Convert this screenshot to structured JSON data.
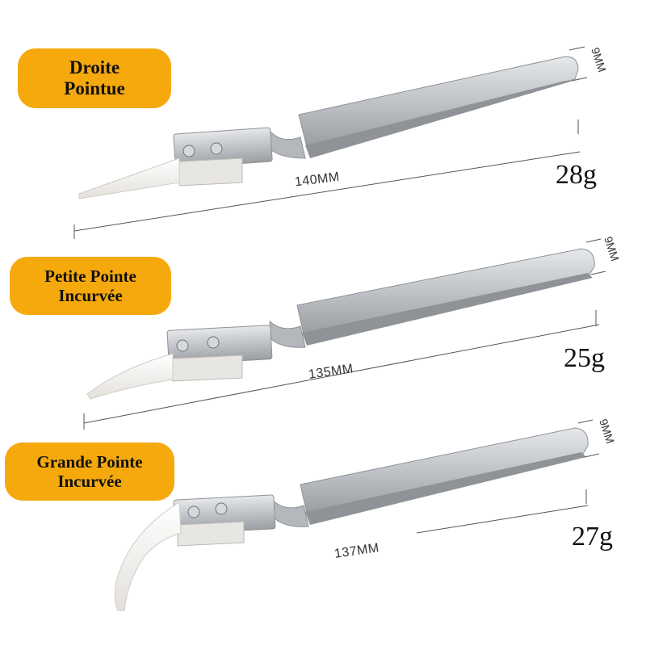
{
  "items": [
    {
      "name_line1": "Droite",
      "name_line2": "Pointue",
      "length": "140MM",
      "width": "9MM",
      "weight": "28g",
      "tip": "straight"
    },
    {
      "name_line1": "Petite Pointe",
      "name_line2": "Incurvée",
      "length": "135MM",
      "width": "9MM",
      "weight": "25g",
      "tip": "slightly-curved"
    },
    {
      "name_line1": "Grande Pointe",
      "name_line2": "Incurvée",
      "length": "137MM",
      "width": "9MM",
      "weight": "27g",
      "tip": "strongly-curved"
    }
  ],
  "colors": {
    "label_bg": "#f5a90c",
    "steel": "#c9ccd0",
    "ceramic": "#f4f2ee"
  }
}
